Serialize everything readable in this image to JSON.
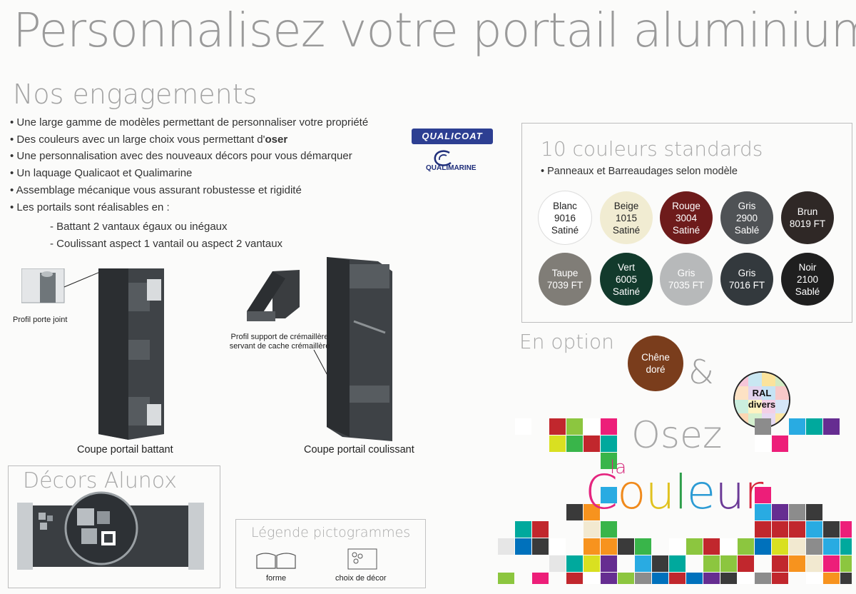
{
  "title": "Personnalisez votre portail aluminium",
  "commitments": {
    "heading": "Nos engagements",
    "items": [
      "Une large gamme de modèles permettant de personnaliser votre propriété",
      "Des couleurs avec un large choix vous permettant d'",
      "Une personnalisation avec des nouveaux décors pour vous démarquer",
      "Un laquage Qualicaot et Qualimarine",
      "Assemblage mécanique vous assurant robustesse et rigidité",
      "Les portails sont réalisables en :"
    ],
    "emphasis": "oser",
    "sub_items": [
      "Battant 2 vantaux égaux ou inégaux",
      "Coulissant aspect 1 vantail ou aspect 2 vantaux"
    ]
  },
  "logos": {
    "qualicoat": "QUALICOAT",
    "qualimarine": "QUALIMARINE"
  },
  "figures": {
    "profil_porte_joint": "Profil porte joint",
    "profil_support_line1": "Profil support de crémaillère",
    "profil_support_line2": "servant de cache crémaillère",
    "coupe_battant": "Coupe portail battant",
    "coupe_coulissant": "Coupe portail coulissant"
  },
  "colors": {
    "heading": "10 couleurs standards",
    "note": "Panneaux et Barreaudages selon modèle",
    "swatches": [
      {
        "label": "Blanc\n9016\nSatiné",
        "bg": "#ffffff",
        "fg": "#222222"
      },
      {
        "label": "Beige\n1015\nSatiné",
        "bg": "#f1ecd2",
        "fg": "#222222"
      },
      {
        "label": "Rouge\n3004\nSatiné",
        "bg": "#6e1b1b",
        "fg": "#ffffff"
      },
      {
        "label": "Gris\n2900\nSablé",
        "bg": "#4f5255",
        "fg": "#ffffff"
      },
      {
        "label": "Brun\n8019 FT",
        "bg": "#2f2826",
        "fg": "#ffffff"
      },
      {
        "label": "Taupe\n7039 FT",
        "bg": "#807d77",
        "fg": "#ffffff"
      },
      {
        "label": "Vert\n6005\nSatiné",
        "bg": "#123a2c",
        "fg": "#ffffff"
      },
      {
        "label": "Gris\n7035 FT",
        "bg": "#b7b9ba",
        "fg": "#ffffff"
      },
      {
        "label": "Gris\n7016 FT",
        "bg": "#33393d",
        "fg": "#ffffff"
      },
      {
        "label": "Noir\n2100\nSablé",
        "bg": "#1f1f1f",
        "fg": "#ffffff"
      }
    ]
  },
  "options": {
    "heading": "En option",
    "chene": "Chêne\ndoré",
    "ampersand": "&",
    "ral": "RAL\ndivers"
  },
  "decors": {
    "heading": "Décors Alunox"
  },
  "legend": {
    "heading": "Légende pictogrammes",
    "forme": "forme",
    "decor": "choix de décor"
  },
  "slogan": {
    "osez": "Osez",
    "la": "la",
    "couleur_letters": [
      "C",
      "o",
      "u",
      "l",
      "e",
      "u",
      "r"
    ],
    "couleur_colors": [
      "#e5257f",
      "#f08a1c",
      "#e0c21f",
      "#2d9d4a",
      "#2c9bd4",
      "#6b3a96",
      "#d7263d"
    ]
  }
}
